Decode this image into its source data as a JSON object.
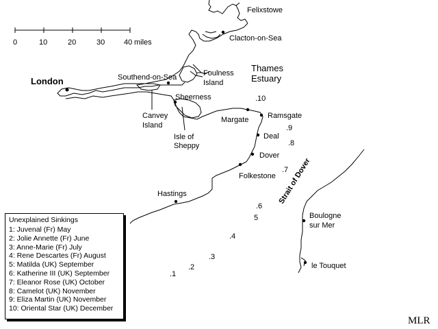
{
  "scale_bar": {
    "ticks": [
      "0",
      "10",
      "20",
      "30",
      "40"
    ],
    "unit": "miles"
  },
  "places": {
    "felixstowe": "Felixstowe",
    "clacton": "Clacton-on-Sea",
    "london": "London",
    "southend": "Southend-on-Sea",
    "foulness_1": "Foulness",
    "foulness_2": "Island",
    "thames_1": "Thames",
    "thames_2": "Estuary",
    "sheerness": "Sheerness",
    "canvey_1": "Canvey",
    "canvey_2": "Island",
    "sheppy_1": "Isle of",
    "sheppy_2": "Sheppy",
    "margate": "Margate",
    "ramsgate": "Ramsgate",
    "deal": "Deal",
    "dover": "Dover",
    "folkestone": "Folkestone",
    "hastings": "Hastings",
    "strait": "Strait of Dover",
    "boulogne_1": "Boulogne",
    "boulogne_2": "sur Mer",
    "le_touquet": "le Touquet"
  },
  "wreck_markers": [
    ".1",
    ".2",
    ".3",
    ".4",
    "5",
    ".6",
    ".7",
    ".8",
    ".9",
    ".10"
  ],
  "legend": {
    "title": "Unexplained Sinkings",
    "items": [
      "1: Juvenal (Fr) May",
      "2: Jolie Annette (Fr) June",
      "3: Anne-Marie (Fr) July",
      "4: Rene Descartes (Fr) August",
      "5: Matilda (UK) September",
      "6: Katherine III (UK) September",
      "7: Eleanor Rose (UK) October",
      "8: Camelot (UK) November",
      "9: Eliza Martin (UK) November",
      "10: Oriental Star (UK) December"
    ]
  },
  "signature": "MLR"
}
